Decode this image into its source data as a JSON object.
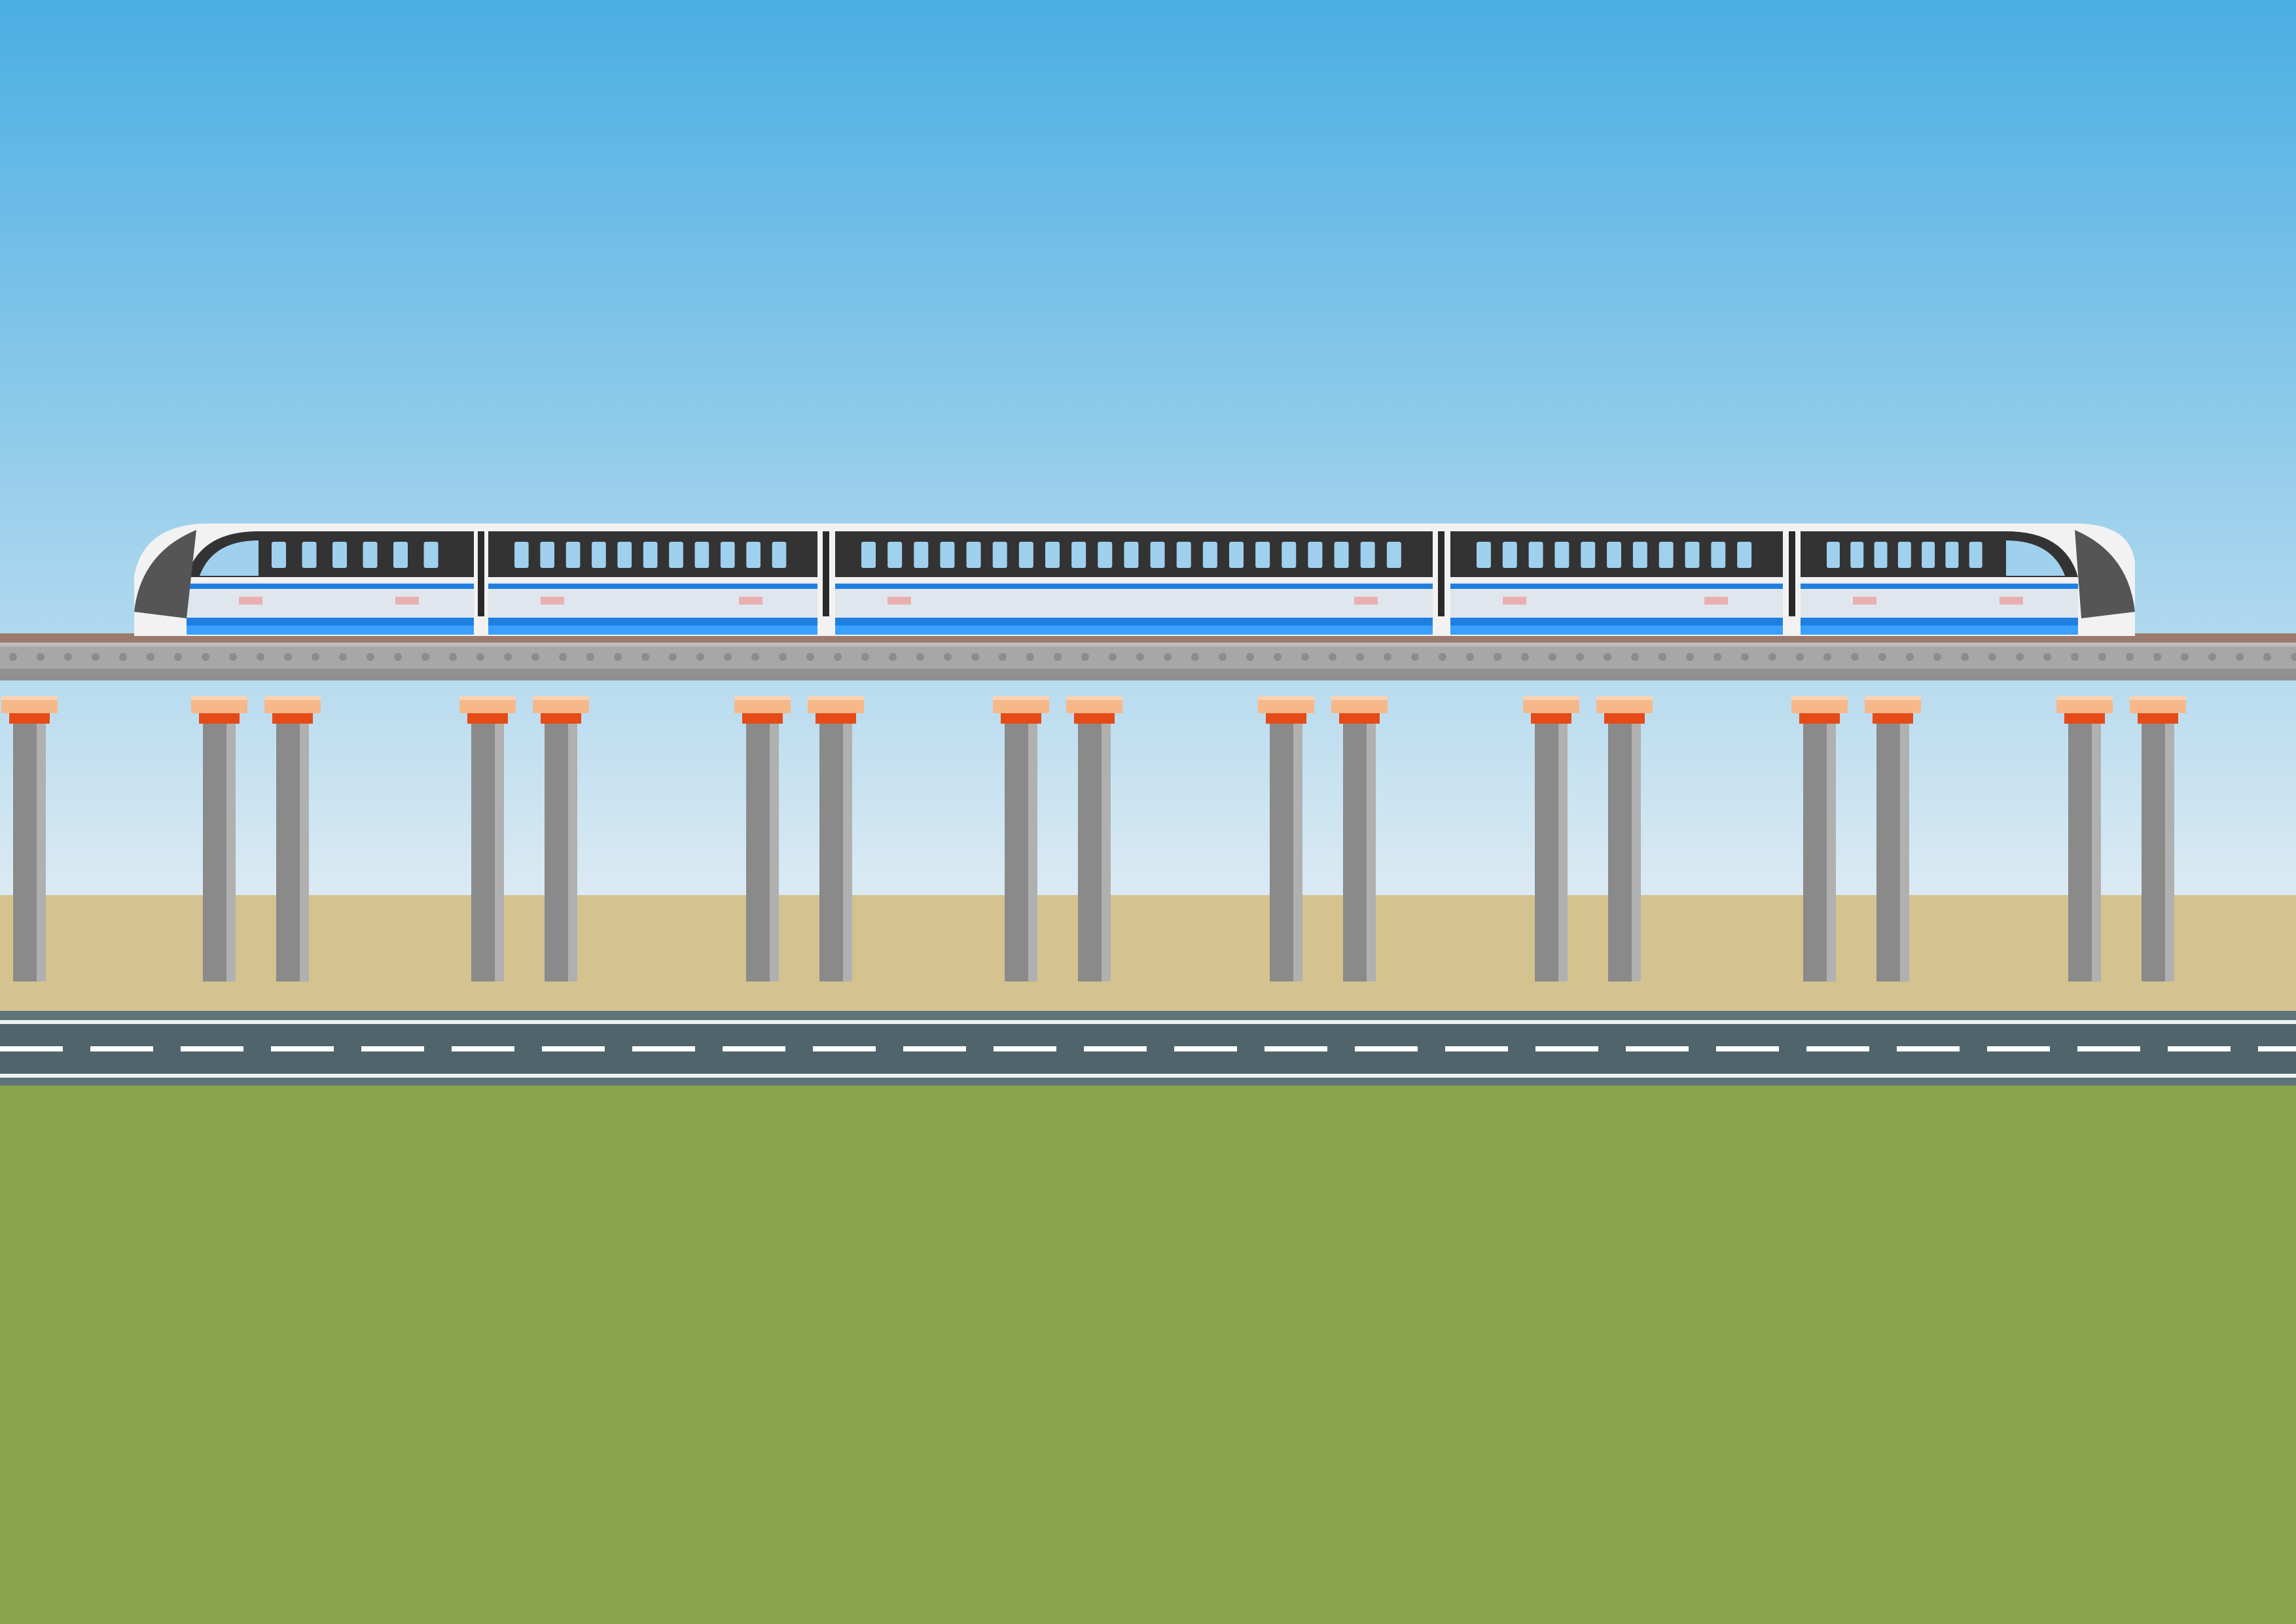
{
  "scene": {
    "description_free": true,
    "colors": {
      "sky_top": "#4aaee3",
      "sky_bottom": "#dbeaf3",
      "ground": "#d4c28f",
      "road": "#4f656b",
      "road_marking": "#ffffff",
      "grass": "#8aa34d",
      "train_body": "#f2f2f2",
      "train_window_band": "#333333",
      "train_window": "#9fd0ee",
      "train_stripe": "#1f7fe0",
      "train_light_stripe": "#dfe6ee",
      "viaduct_top": "#9b7a6b",
      "viaduct_deck": "#a7a7a7",
      "pillar_light": "#b0b0b0",
      "pillar_dark": "#8a8a8a",
      "pillar_cap": "#f7b889",
      "pillar_band": "#e44b17"
    },
    "train": {
      "car_count": 5,
      "windows_per_car": [
        6,
        11,
        21,
        11,
        7
      ]
    },
    "viaduct": {
      "pillar_pairs": 8
    }
  }
}
